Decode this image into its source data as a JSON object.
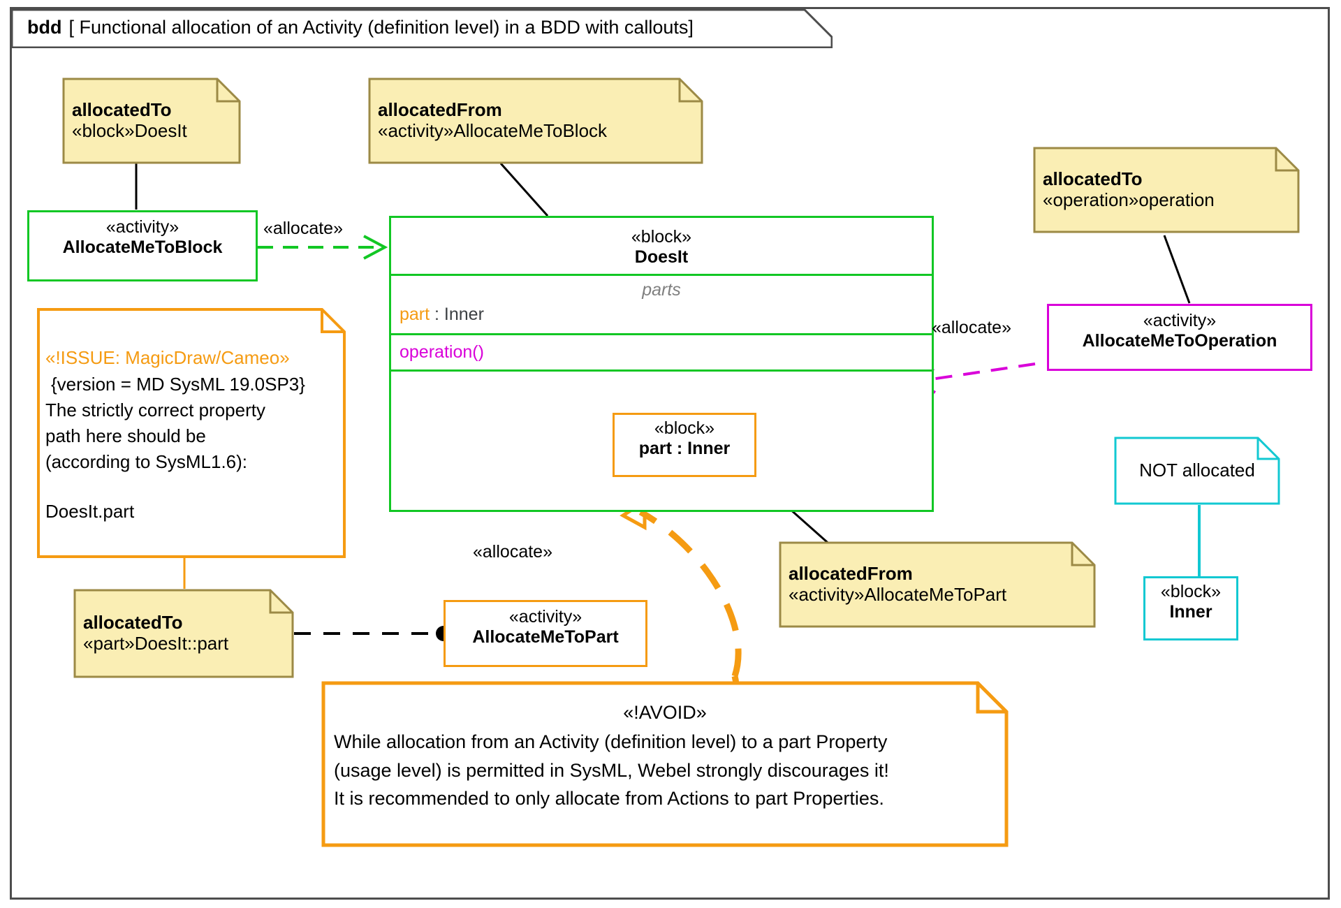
{
  "diagram": {
    "kind": "bdd",
    "name": "[ Functional allocation of an Activity (definition level) in a BDD with callouts]",
    "frame_color": "#4d4d4d"
  },
  "colors": {
    "note_fill": "#faeeb4",
    "note_border": "#9c8a46",
    "green": "#12c724",
    "orange": "#f59b12",
    "magenta": "#d900d9",
    "cyan": "#12c8d2",
    "black": "#000000",
    "gray_italic": "#808080",
    "inner_type_text": "#3c4043"
  },
  "notes": {
    "allocated_to_block": {
      "line1": "allocatedTo",
      "line2": "«block»DoesIt"
    },
    "allocated_from_activity": {
      "line1": "allocatedFrom",
      "line2": "«activity»AllocateMeToBlock"
    },
    "allocated_to_operation": {
      "line1": "allocatedTo",
      "line2": "«operation»operation"
    },
    "allocated_from_part_activity": {
      "line1": "allocatedFrom",
      "line2": "«activity»AllocateMeToPart"
    },
    "allocated_to_part": {
      "line1": "allocatedTo",
      "line2": "«part»DoesIt::part"
    },
    "not_allocated": {
      "line1": "NOT allocated"
    },
    "issue": {
      "title": "«!ISSUE: MagicDraw/Cameo»",
      "lines": [
        "{version = MD SysML 19.0SP3}",
        "The strictly correct property",
        "path here should be",
        "(according to SysML1.6):",
        "",
        "DoesIt.part"
      ]
    },
    "avoid": {
      "title": "«!AVOID»",
      "lines": [
        "While allocation from an Activity (definition level) to a part Property",
        "(usage level) is permitted in SysML, Webel strongly discourages it!",
        "It is recommended to only allocate from Actions to part Properties."
      ]
    }
  },
  "blocks": {
    "activity_allocate_me_to_block": {
      "stereotype": "«activity»",
      "name": "AllocateMeToBlock"
    },
    "block_does_it": {
      "stereotype": "«block»",
      "name": "DoesIt",
      "compartment_label": "parts",
      "part_name": "part",
      "part_type": " : Inner",
      "operation": "operation()"
    },
    "part_inner": {
      "stereotype": "«block»",
      "name": "part : Inner"
    },
    "activity_allocate_me_to_operation": {
      "stereotype": "«activity»",
      "name": "AllocateMeToOperation"
    },
    "activity_allocate_me_to_part": {
      "stereotype": "«activity»",
      "name": "AllocateMeToPart"
    },
    "block_inner": {
      "stereotype": "«block»",
      "name": "Inner"
    }
  },
  "edges": {
    "allocate_block": "«allocate»",
    "allocate_operation": "«allocate»",
    "allocate_part": "«allocate»"
  }
}
